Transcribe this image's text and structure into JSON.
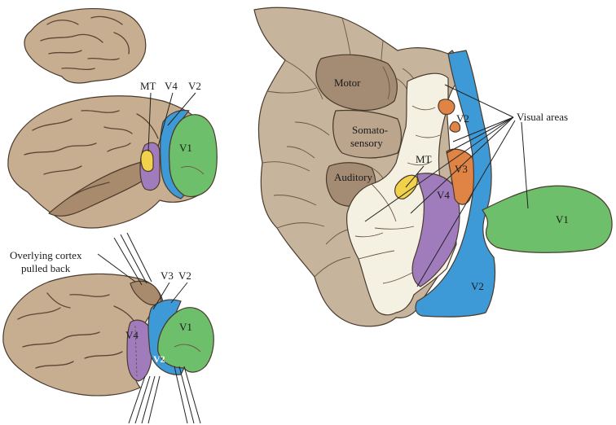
{
  "labels": {
    "mt": "MT",
    "v4": "V4",
    "v2": "V2",
    "v1": "V1",
    "v3": "V3",
    "overlying_line1": "Overlying cortex",
    "overlying_line2": "pulled back",
    "motor": "Motor",
    "somato_line1": "Somato-",
    "somato_line2": "sensory",
    "auditory": "Auditory",
    "visual_areas": "Visual areas"
  },
  "colors": {
    "cortex": "#c8ae90",
    "cortex_dark": "#a88b6c",
    "cortex_flat": "#c7b49d",
    "cortex_flat_dark": "#a48c74",
    "visual_cream": "#f4f1e2",
    "v1": "#6dbf6b",
    "v2": "#3d9ad6",
    "v3": "#e08446",
    "v4": "#a07cbc",
    "mt": "#f2d24a"
  }
}
